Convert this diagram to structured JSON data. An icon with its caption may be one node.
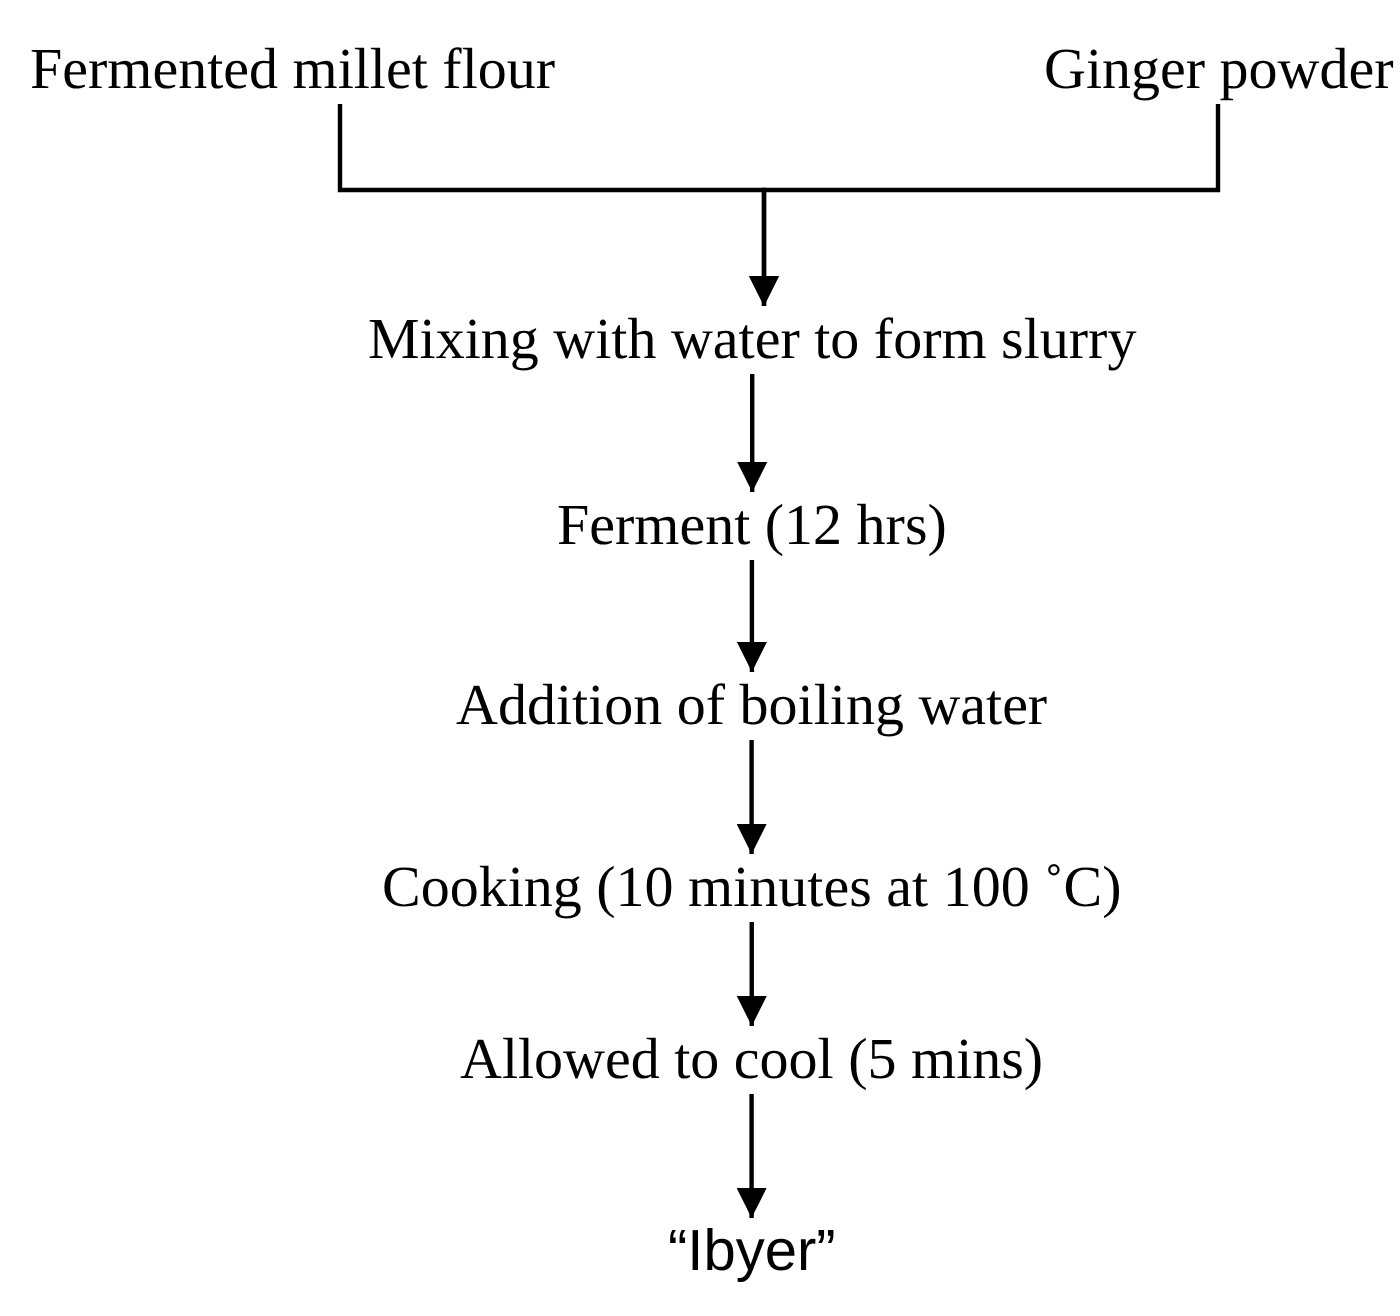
{
  "diagram": {
    "nodes": [
      {
        "text": [
          "Fermented millet flour"
        ]
      },
      {
        "text": [
          "Ginger powder"
        ]
      },
      {
        "text": [
          "Mixing with water to form slurry"
        ]
      },
      {
        "text": [
          "Ferment (12 hrs)"
        ]
      },
      {
        "text": [
          "Addition of boiling water"
        ]
      },
      {
        "text": [
          "Cooking (10 minutes at 100 ˚C)"
        ]
      },
      {
        "text": [
          "Allowed to cool (5 mins)"
        ]
      },
      {
        "text": [
          "“Ibyer”"
        ]
      }
    ],
    "edges": [
      {
        "from": 0,
        "to": 2,
        "arrow": "to"
      },
      {
        "from": 1,
        "to": 2,
        "arrow": "to"
      },
      {
        "from": 2,
        "to": 3,
        "arrow": "to"
      },
      {
        "from": 3,
        "to": 4,
        "arrow": "to"
      },
      {
        "from": 4,
        "to": 5,
        "arrow": "to"
      },
      {
        "from": 5,
        "to": 6,
        "arrow": "to"
      },
      {
        "from": 6,
        "to": 7,
        "arrow": "to"
      }
    ]
  }
}
